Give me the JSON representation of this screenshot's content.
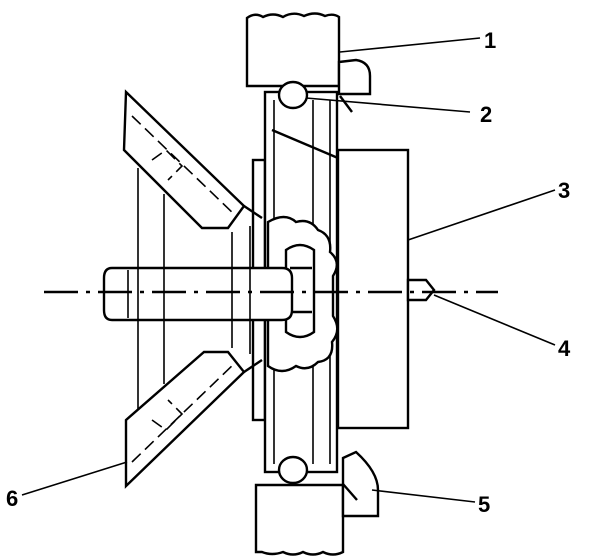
{
  "diagram": {
    "callouts": [
      {
        "id": "1",
        "text": "1"
      },
      {
        "id": "2",
        "text": "2"
      },
      {
        "id": "3",
        "text": "3"
      },
      {
        "id": "4",
        "text": "4"
      },
      {
        "id": "5",
        "text": "5"
      },
      {
        "id": "6",
        "text": "6"
      }
    ]
  }
}
